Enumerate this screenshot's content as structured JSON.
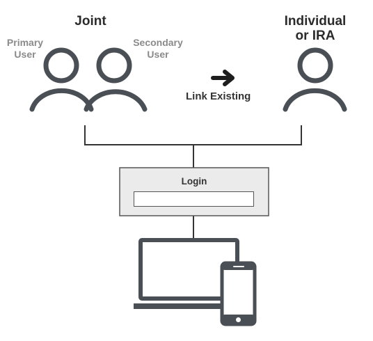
{
  "joint": {
    "title": "Joint",
    "primary_user": [
      "Primary",
      "User"
    ],
    "secondary_user": [
      "Secondary",
      "User"
    ]
  },
  "individual": {
    "title_line1": "Individual",
    "title_line2": "or IRA"
  },
  "link": {
    "label": "Link Existing",
    "arrow_icon": "right-arrow-icon"
  },
  "login": {
    "label": "Login",
    "input_value": ""
  },
  "devices": {
    "icons": [
      "laptop-icon",
      "smartphone-icon"
    ]
  },
  "colors": {
    "icon": "#4a4f55",
    "line": "#333333",
    "box_fill": "#ebebeb",
    "box_border": "#555555",
    "sublabel": "#8a8a8a"
  }
}
